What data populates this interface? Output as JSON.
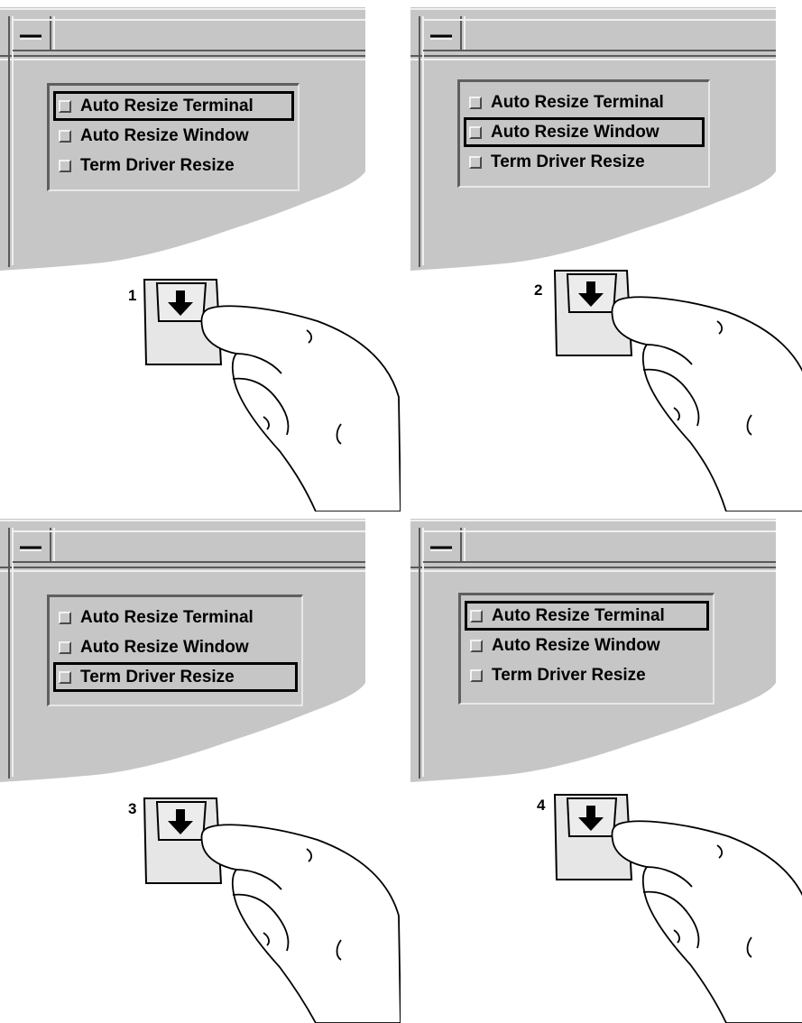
{
  "options": [
    "Auto Resize Terminal",
    "Auto Resize Window",
    "Term Driver Resize"
  ],
  "steps": [
    {
      "number": "1",
      "focused_option": 0
    },
    {
      "number": "2",
      "focused_option": 1
    },
    {
      "number": "3",
      "focused_option": 2
    },
    {
      "number": "4",
      "focused_option": 0
    }
  ],
  "icons": {
    "window_menu": "window-menu-icon",
    "down_arrow_key": "down-arrow-key-icon",
    "hand": "pointing-hand-icon"
  },
  "colors": {
    "window_bg": "#c6c6c6",
    "key_face": "#e6e6e6",
    "focus_border": "#000000"
  }
}
